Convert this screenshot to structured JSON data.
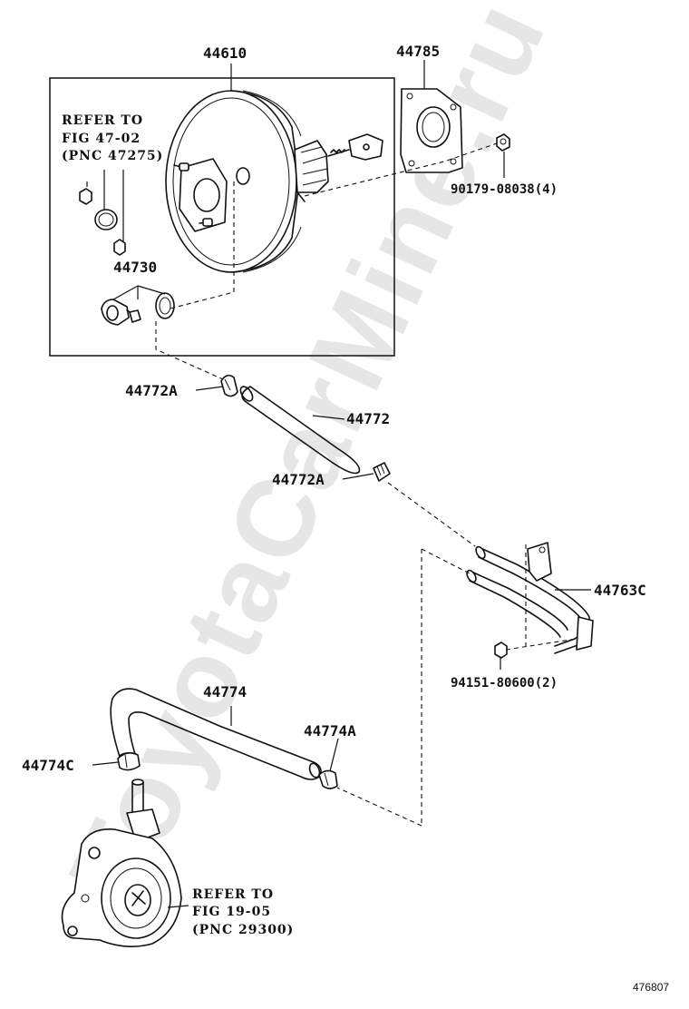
{
  "watermark": "ToyotaCarMine.ru",
  "figure_number": "476807",
  "labels": {
    "booster": "44610",
    "gasket": "44785",
    "bolt_nut": "90179-08038(4)",
    "check_valve": "44730",
    "clamp_upper": "44772A",
    "hose_upper": "44772",
    "clamp_mid": "44772A",
    "pipe": "44763C",
    "pipe_bolt": "94151-80600(2)",
    "hose_lower": "44774",
    "clamp_lower_right": "44774A",
    "clamp_lower_left": "44774C"
  },
  "refer_upper": {
    "line1": "REFER TO",
    "line2": "FIG 47-02",
    "line3": "(PNC 47275)"
  },
  "refer_lower": {
    "line1": "REFER TO",
    "line2": "FIG 19-05",
    "line3": "(PNC 29300)"
  }
}
